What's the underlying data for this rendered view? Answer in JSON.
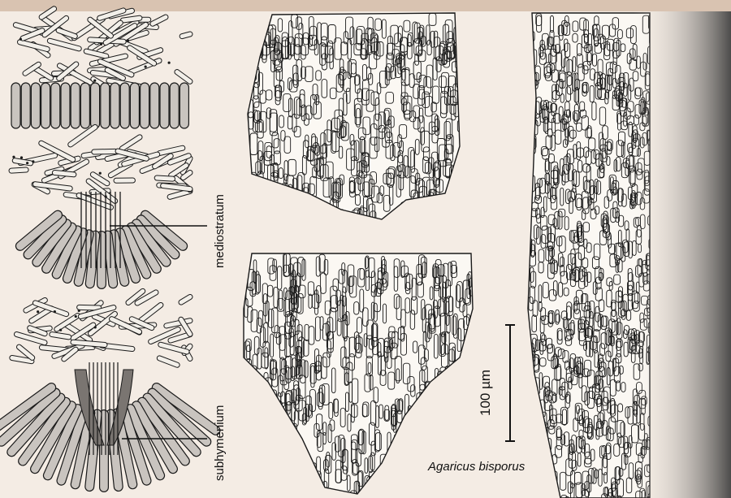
{
  "labels": {
    "mediostratum": "mediostratum",
    "subhymenium": "subhymenium",
    "scale_bar": "100 µm",
    "species": "Agaricus bisporus"
  },
  "colors": {
    "page": "#f4ece4",
    "ink": "#1a1a1a",
    "cell_fill": "#c9c4bf",
    "subhymenium_fill": "#7a7571",
    "hyphae_fill": "#f2efe9"
  }
}
